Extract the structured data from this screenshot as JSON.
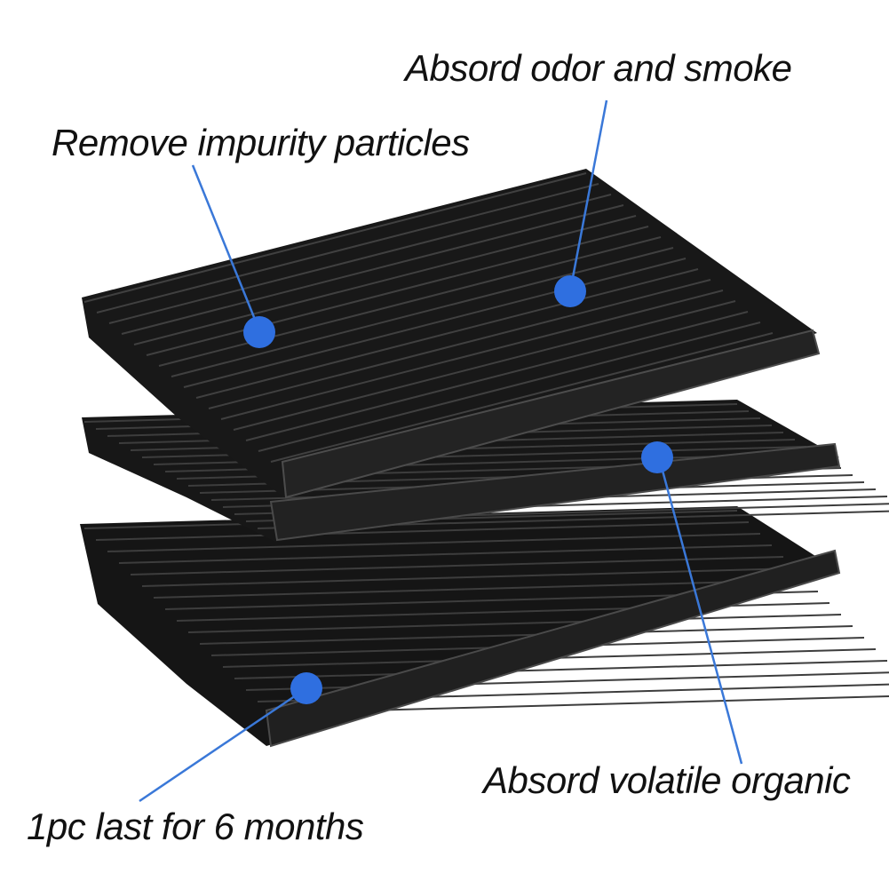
{
  "callouts": {
    "absorb_odor": "Absord odor and smoke",
    "remove_particles": "Remove impurity particles",
    "absorb_voc": "Absord volatile organic",
    "lifespan": "1pc last for 6 months"
  },
  "colors": {
    "marker": "#2f6fe0",
    "leader_line": "#3a78d8",
    "filter_body": "#1b1b1b",
    "background": "#ffffff"
  }
}
